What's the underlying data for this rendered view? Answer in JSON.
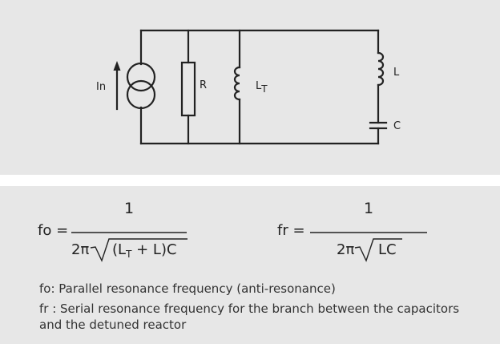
{
  "circuit": {
    "labels": {
      "current_source": "In",
      "resistor": "R",
      "transformer_inductance": "L",
      "transformer_inductance_sub": "T",
      "reactor_inductance": "L",
      "capacitor": "C"
    }
  },
  "formulas": {
    "fo": {
      "lhs": "fo =",
      "numerator": "1",
      "denominator_prefix": "2π",
      "radicand_open": "(L",
      "radicand_sub": "T",
      "radicand_close": " + L)C"
    },
    "fr": {
      "lhs": "fr =",
      "numerator": "1",
      "denominator_prefix": "2π",
      "radicand": "LC"
    }
  },
  "descriptions": {
    "line1": "fo: Parallel resonance frequency (anti-resonance)",
    "line2": "fr : Serial resonance frequency for the branch between the capacitors",
    "line3": "and the detuned reactor"
  }
}
